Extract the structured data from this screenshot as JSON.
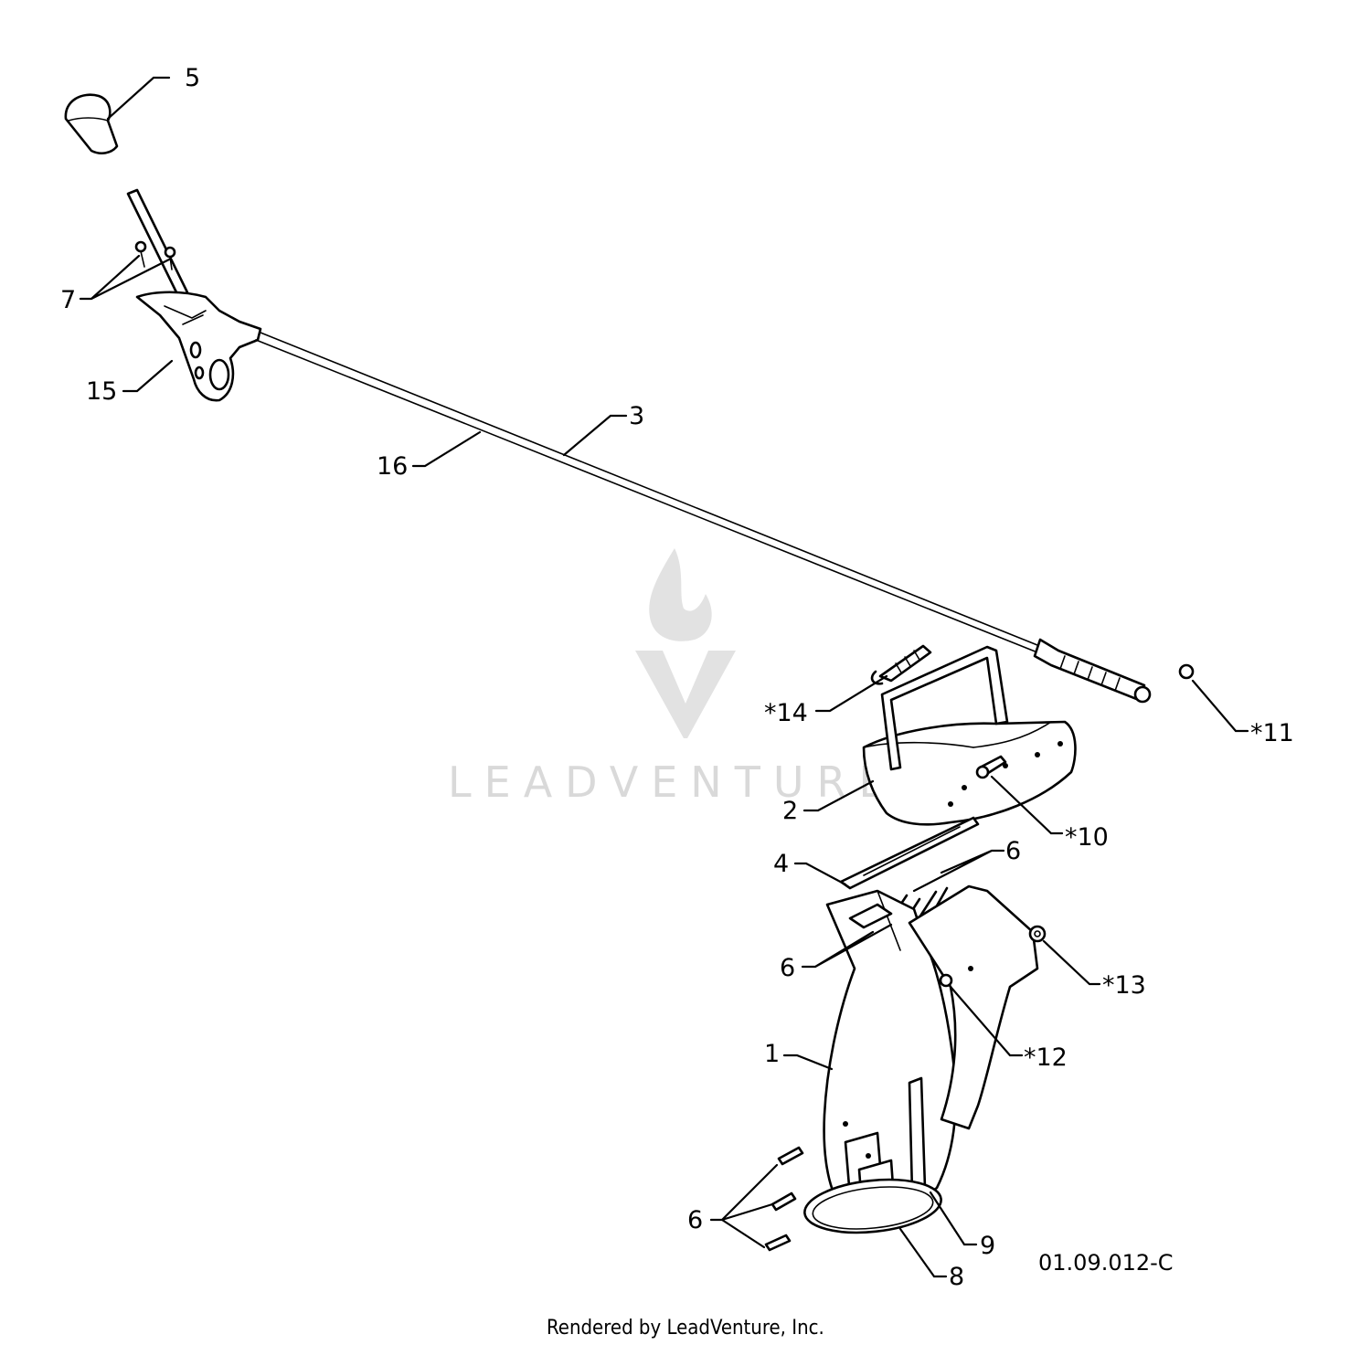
{
  "callouts": {
    "c5": "5",
    "c7": "7",
    "c15": "15",
    "c16": "16",
    "c3": "3",
    "c14": "*14",
    "c11": "*11",
    "c2": "2",
    "c10": "*10",
    "c4": "4",
    "c6a": "6",
    "c6b": "6",
    "c13": "*13",
    "c12": "*12",
    "c1": "1",
    "c6c": "6",
    "c9": "9",
    "c8": "8"
  },
  "drawing_code": "01.09.012-C",
  "footer": "Rendered by LeadVenture, Inc.",
  "watermark": "LEADVENTURE",
  "colors": {
    "line": "#000000",
    "watermark": "#d9d9d9",
    "background": "#ffffff"
  }
}
